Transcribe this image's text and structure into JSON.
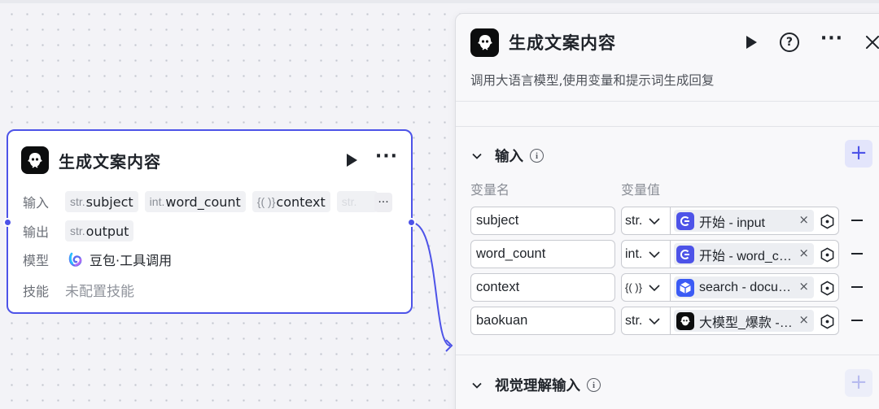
{
  "node": {
    "title": "生成文案内容",
    "input_label": "输入",
    "inputs": [
      {
        "type": "str.",
        "name": "subject"
      },
      {
        "type": "int.",
        "name": "word_count"
      },
      {
        "type": "{( )}",
        "name": "context"
      },
      {
        "type": "str.",
        "name": ""
      }
    ],
    "more_inputs": "···",
    "output_label": "输出",
    "output": {
      "type": "str.",
      "name": "output"
    },
    "model_label": "模型",
    "model_value": "豆包·工具调用",
    "skill_label": "技能",
    "skill_value": "未配置技能",
    "more": "···"
  },
  "panel": {
    "title": "生成文案内容",
    "description": "调用大语言模型,使用变量和提示词生成回复",
    "more": "···",
    "help": "?",
    "input_section": {
      "title": "输入",
      "add": "+",
      "col_name": "变量名",
      "col_value": "变量值",
      "rows": [
        {
          "name": "subject",
          "type": "str.",
          "ref": "开始 - input",
          "ref_icon": "start-node-icon",
          "clear": "×"
        },
        {
          "name": "word_count",
          "type": "int.",
          "ref": "开始 - word_count",
          "ref_icon": "start-node-icon",
          "clear": "×"
        },
        {
          "name": "context",
          "type": "{( )}",
          "ref": "search - documents",
          "ref_icon": "plugin-cube-icon",
          "clear": "×"
        },
        {
          "name": "baokuan",
          "type": "str.",
          "ref": "大模型_爆款 - output",
          "ref_icon": "llm-bot-icon",
          "clear": "×"
        }
      ]
    },
    "vision_section": {
      "title": "视觉理解输入",
      "add": "+"
    }
  },
  "colors": {
    "accent": "#4d53e8",
    "node_border": "#4d53e8",
    "canvas_bg": "#f3f3f7"
  }
}
